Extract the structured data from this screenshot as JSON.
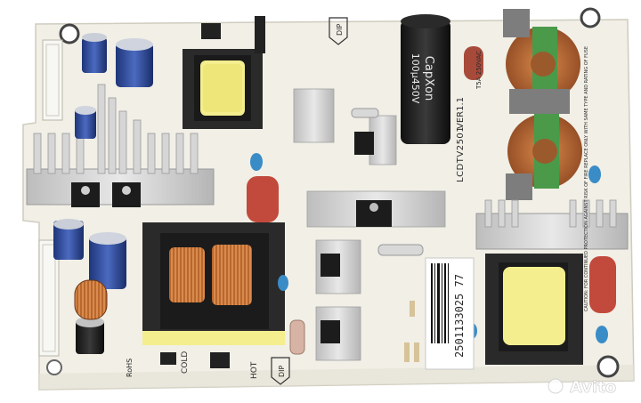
{
  "board": {
    "model_label": "LCDTV2501",
    "version_label": "VER1.1",
    "barcode_number": "2501133025 77",
    "fuse_rating": "T5A 250VAC",
    "warning_text": "CAUTION: FOR CONTINUED PROTECTION AGAINST RISK OF FIRE REPLACE ONLY WITH SAME TYPE AND RATING OF FUSE",
    "cold_label": "COLD",
    "hot_label": "HOT",
    "rohs_label": "RoHS",
    "dip_label": "DIP",
    "cap_top_brand": "CapXon",
    "cap_top_rating": "100µ450V"
  },
  "watermark": {
    "text": "Avito"
  },
  "colors": {
    "pcb": "#f1efe6",
    "heatsink": "#d9d9d9",
    "transformer_core": "#2a2a2a",
    "tape": "#f4ee8e",
    "copper": "#b9672e",
    "green_band": "#4a9a4a",
    "cap_blue": "#2e4c9c",
    "cap_black": "#1f1f1f",
    "red_cap": "#c24a3c"
  }
}
